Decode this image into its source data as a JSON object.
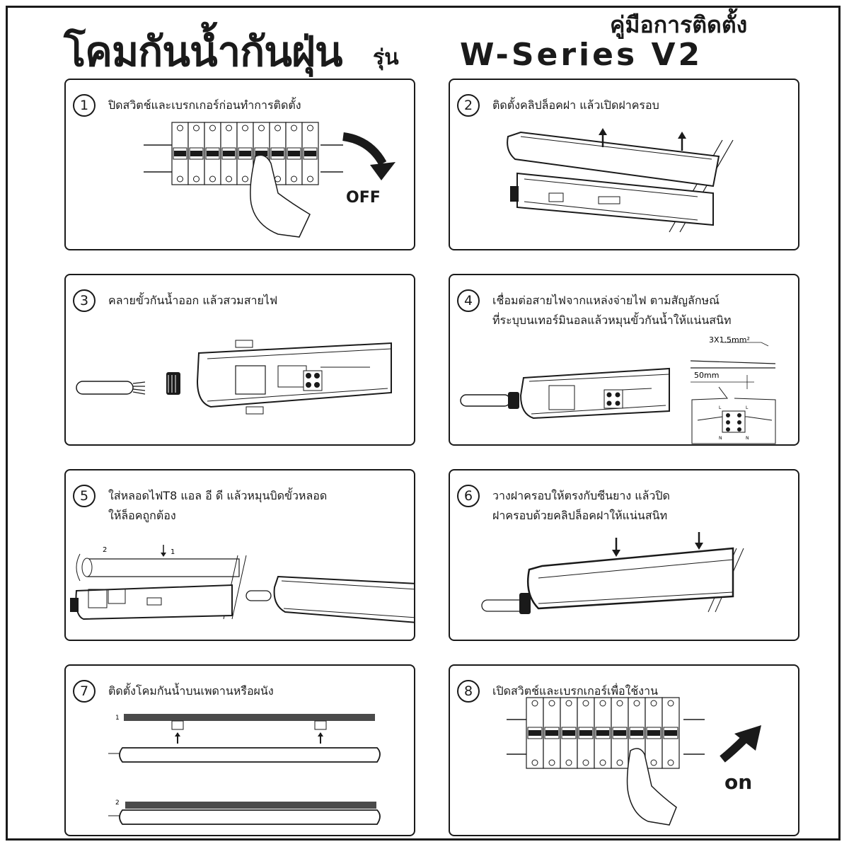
{
  "header": {
    "main_title": "โคมกันน้ำกันฝุ่น",
    "model_prefix": "รุ่น",
    "model_name": "W-Series V2",
    "manual_title": "คู่มือการติดตั้ง"
  },
  "steps": [
    {
      "number": "1",
      "lines": [
        "ปิดสวิตช์และเบรกเกอร์ก่อนทำการติดตั้ง"
      ],
      "label": "OFF"
    },
    {
      "number": "2",
      "lines": [
        "ติดตั้งคลิปล็อคฝา แล้วเปิดฝาครอบ"
      ]
    },
    {
      "number": "3",
      "lines": [
        "คลายขั้วกันน้ำออก แล้วสวมสายไฟ"
      ]
    },
    {
      "number": "4",
      "lines": [
        "เชื่อมต่อสายไฟจากแหล่งจ่ายไฟ ตามสัญลักษณ์",
        "ที่ระบุบนเทอร์มินอลแล้วหมุนขั้วกันน้ำให้แน่นสนิท"
      ],
      "wire_spec": "3X1.5mm²",
      "strip_length": "50mm",
      "terminal_labels": [
        "L",
        "L",
        "N",
        "N"
      ]
    },
    {
      "number": "5",
      "lines": [
        "ใส่หลอดไฟT8 แอล อี ดี แล้วหมุนบิดขั้วหลอด",
        "ให้ล็อคถูกต้อง"
      ],
      "arrow_labels": [
        "2",
        "1"
      ]
    },
    {
      "number": "6",
      "lines": [
        "วางฝาครอบให้ตรงกับซีนยาง แล้วปิด",
        "ฝาครอบด้วยคลิปล็อคฝาให้แน่นสนิท"
      ]
    },
    {
      "number": "7",
      "lines": [
        "ติดตั้งโคมกันน้ำบนเพดานหรือผนัง"
      ],
      "sub_labels": [
        "1",
        "2"
      ]
    },
    {
      "number": "8",
      "lines": [
        "เปิดสวิตช์และเบรกเกอร์เพื่อใช้งาน"
      ],
      "label": "on"
    }
  ],
  "colors": {
    "ink": "#1a1a1a",
    "paper": "#ffffff",
    "grey": "#bdbdbd"
  }
}
